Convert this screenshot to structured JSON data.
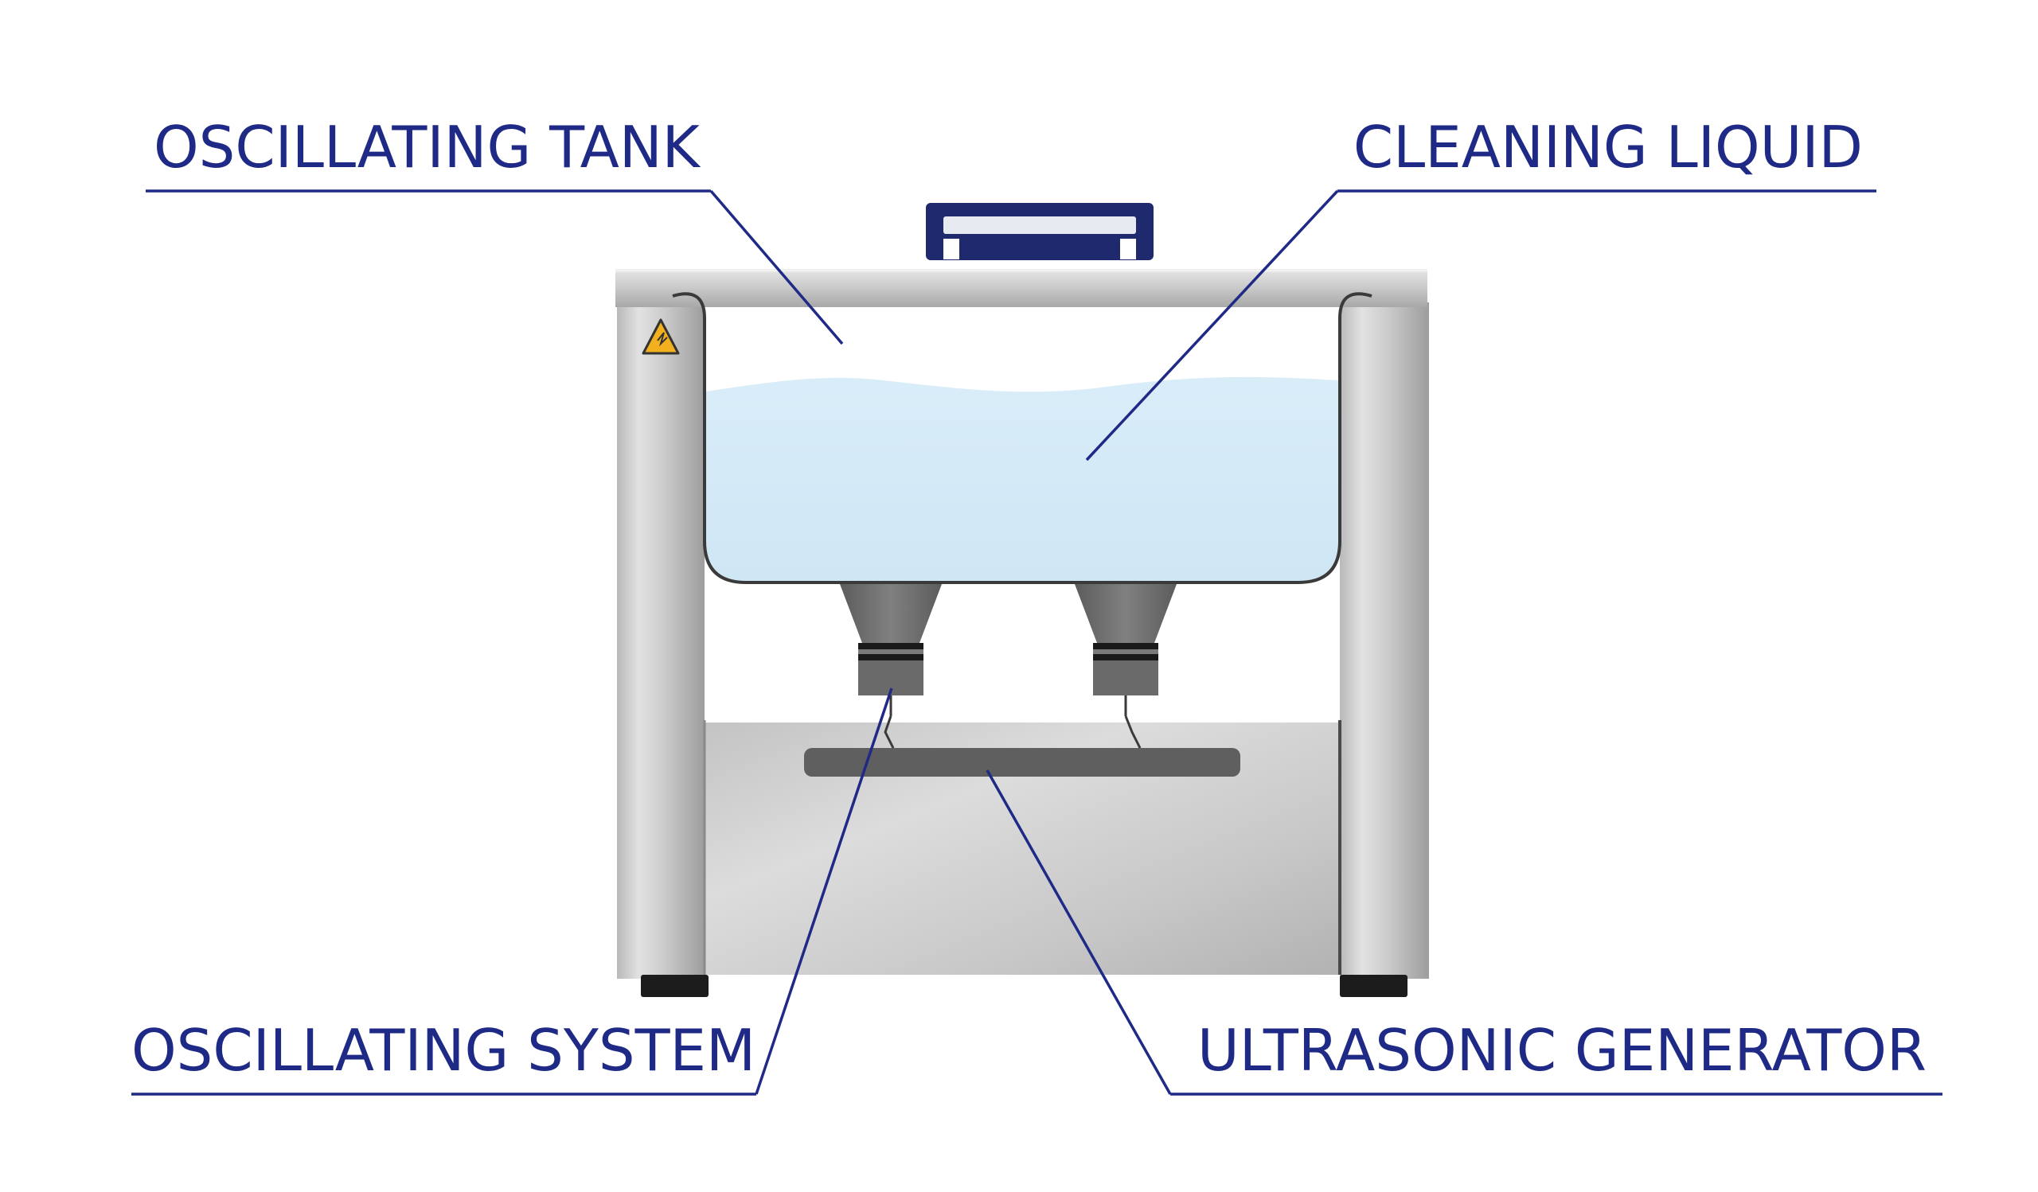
{
  "labels": {
    "oscillating_tank": "OSCILLATING TANK",
    "cleaning_liquid": "CLEANING LIQUID",
    "oscillating_system": "OSCILLATING SYSTEM",
    "ultrasonic_generator": "ULTRASONIC GENERATOR"
  },
  "colors": {
    "callout": "#1f2a86",
    "steel_light": "#d4d4d4",
    "steel_dark": "#9a9a9a",
    "liquid": "#d6ebf8",
    "transducer": "#6e6e6e",
    "generator_bar": "#5f5f5f",
    "warning": "#f2b01e",
    "background": "#ffffff"
  },
  "icons": {
    "warning_sign": "warning-triangle-icon"
  }
}
